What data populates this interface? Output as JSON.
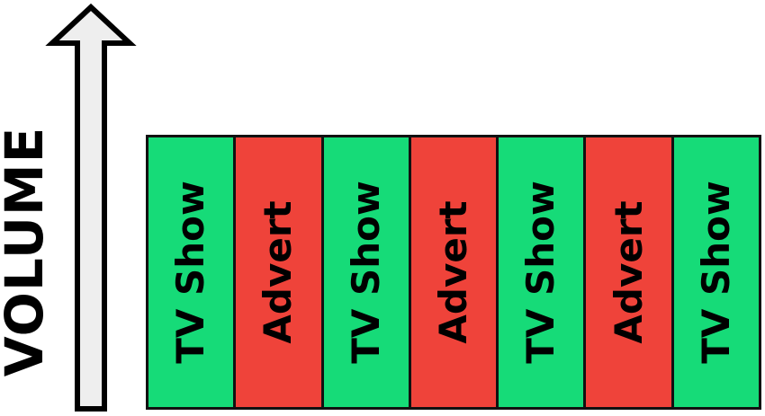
{
  "axis": {
    "label": "VOLUME",
    "arrow_icon": "up-arrow-icon"
  },
  "colors": {
    "tv_show": "#16db78",
    "advert": "#ef433a",
    "outline": "#111111",
    "arrow_fill": "#eeeeee"
  },
  "blocks": [
    {
      "label": "TV Show",
      "kind": "tv_show"
    },
    {
      "label": "Advert",
      "kind": "advert"
    },
    {
      "label": "TV Show",
      "kind": "tv_show"
    },
    {
      "label": "Advert",
      "kind": "advert"
    },
    {
      "label": "TV Show",
      "kind": "tv_show"
    },
    {
      "label": "Advert",
      "kind": "advert"
    },
    {
      "label": "TV Show",
      "kind": "tv_show"
    }
  ]
}
